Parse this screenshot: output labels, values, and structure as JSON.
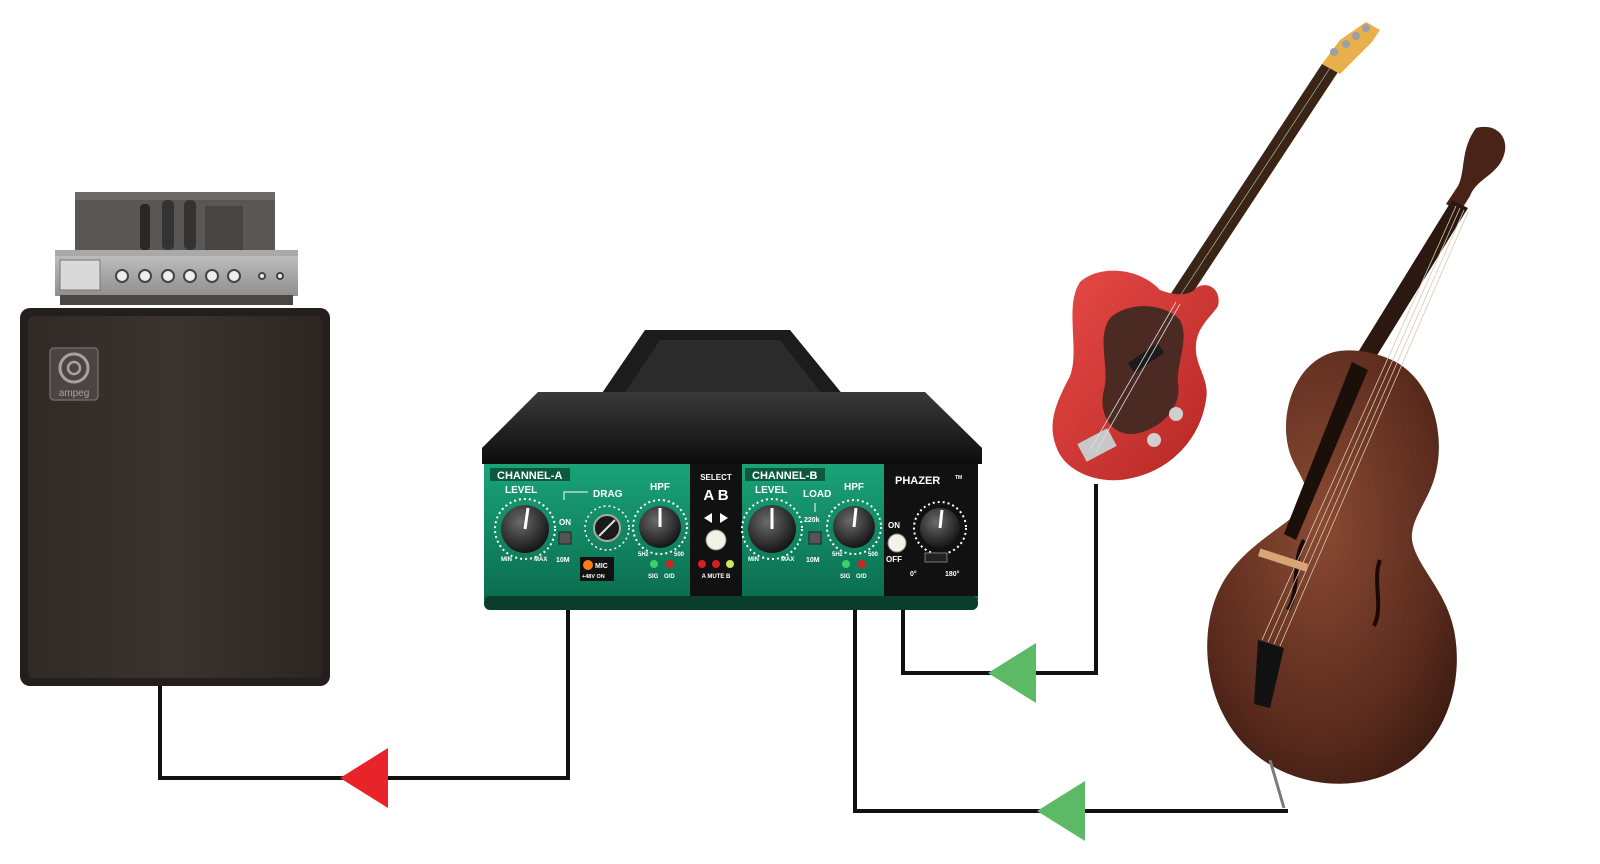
{
  "amplifier": {
    "brand": "ampeg"
  },
  "di_box": {
    "channel_a": {
      "label": "CHANNEL-A",
      "level": "LEVEL",
      "min": "MIN",
      "max": "MAX",
      "drag": "DRAG",
      "on": "ON",
      "ten_m": "10M",
      "hpf": "HPF",
      "hz5": "5Hz",
      "hz500": "500",
      "mic": "MIC",
      "phantom": "+48V ON",
      "sig": "SIG",
      "od": "O/D"
    },
    "select": {
      "label": "SELECT",
      "ab": "A B",
      "mute": "A  MUTE  B"
    },
    "channel_b": {
      "label": "CHANNEL-B",
      "level": "LEVEL",
      "min": "MIN",
      "max": "MAX",
      "load": "LOAD",
      "k220": "220k",
      "ten_m": "10M",
      "hpf": "HPF",
      "hz5": "5Hz",
      "hz500": "500",
      "sig": "SIG",
      "od": "O/D"
    },
    "phazer": {
      "label": "PHAZER",
      "tm": "TM",
      "on": "ON",
      "off": "OFF",
      "deg0": "0°",
      "deg180": "180°"
    }
  },
  "colors": {
    "signal_out": "#e8232a",
    "signal_in": "#5cba66",
    "cable": "#111111",
    "panel_green": "#138a63"
  }
}
